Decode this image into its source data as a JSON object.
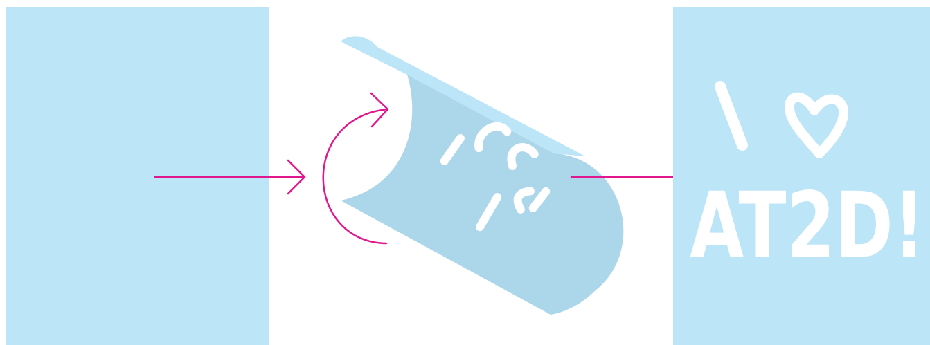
{
  "colors": {
    "panel_light_blue": "#bce5f8",
    "cylinder_body": "#acd7ea",
    "cylinder_highlight": "#bce5f8",
    "arrow_magenta": "#e0178f",
    "text_white": "#ffffff"
  },
  "diagram": {
    "steps": [
      {
        "label": "blank-sheet"
      },
      {
        "label": "rolled-sheet"
      },
      {
        "label": "decorated-sheet"
      }
    ],
    "final_text": {
      "line1_letter": "I",
      "line1_symbol": "heart",
      "line2": "AT2D!"
    }
  }
}
